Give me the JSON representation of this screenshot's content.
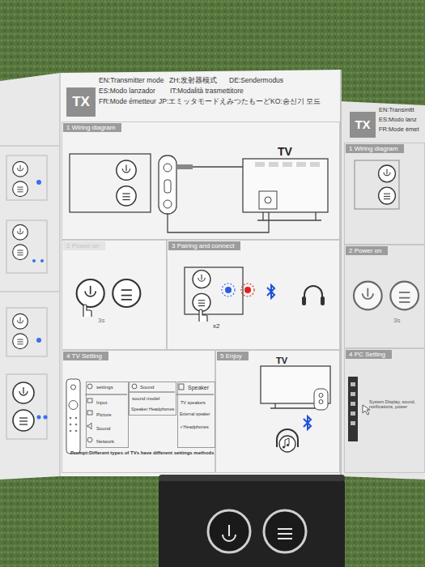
{
  "diagram": {
    "nodes": [
      {
        "text": [
          "TX"
        ]
      },
      {
        "text": [
          "1 Wiring diagram"
        ]
      },
      {
        "text": [
          "TV"
        ],
        "in": 1
      },
      {
        "text": [
          "2 Power on",
          "3s"
        ]
      },
      {
        "text": [
          "3 Pairing and connect",
          "x2"
        ]
      },
      {
        "text": [
          "4 TV Setting",
          "Prompt:Different types of TVs have different settings methods"
        ]
      },
      {
        "text": [
          "settings",
          "Input",
          "Picture",
          "Sound",
          "Network"
        ],
        "in": 5
      },
      {
        "text": [
          "Sound",
          "sound model",
          "Speaker",
          "Headphones"
        ],
        "in": 5
      },
      {
        "text": [
          "Speaker",
          "TV speakers",
          "External speaker",
          "✓Headphones"
        ],
        "in": 5
      },
      {
        "text": [
          "5 Enjoy"
        ]
      },
      {
        "text": [
          "TV"
        ],
        "in": 9
      },
      {
        "text": [
          "TX"
        ]
      },
      {
        "text": [
          "1 Wiring diagram"
        ]
      },
      {
        "text": [
          "2 Power on",
          "3s"
        ]
      },
      {
        "text": [
          "4 PC Setting",
          "System Display, sound, notifications, power"
        ]
      }
    ],
    "labels": [
      "EN:Transmitter mode",
      "ZH:发射器模式",
      "DE:Sendermodus",
      "ES:Modo lanzador",
      "IT:Modalità trasmettitore",
      "FR:Mode émetteur",
      "JP:エミッタモードえみつたもーど",
      "KO:송신기 모드",
      "EN:Transmitt",
      "ES:Modo lanz",
      "FR:Mode émet"
    ]
  }
}
